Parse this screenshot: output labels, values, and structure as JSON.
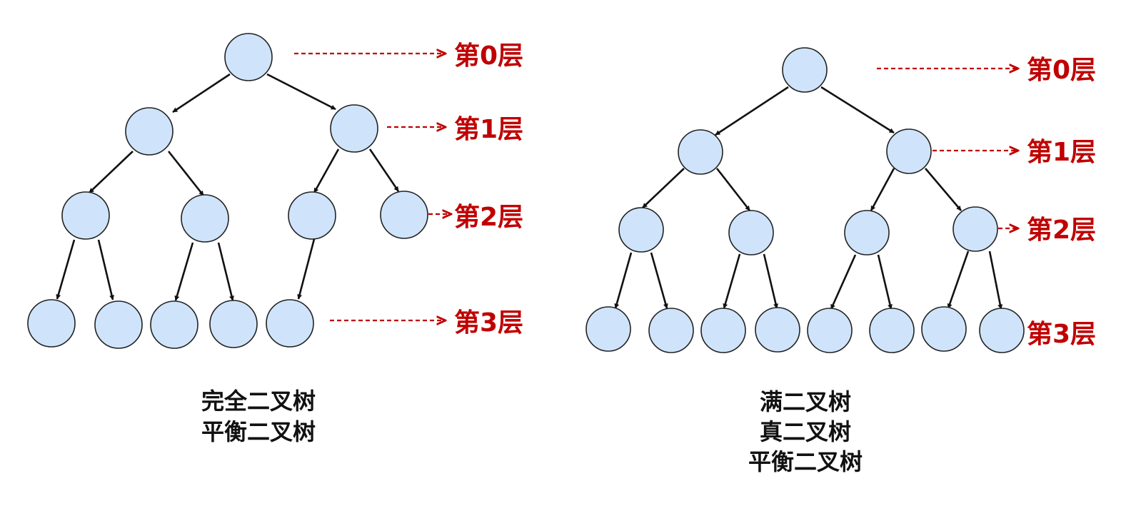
{
  "colors": {
    "node_fill": "#cfe4fb",
    "node_stroke": "#222222",
    "edge": "#111111",
    "level": "#c00000"
  },
  "left_tree": {
    "levels": [
      "第0层",
      "第1层",
      "第2层",
      "第3层"
    ],
    "captions": [
      "完全二叉树",
      "平衡二叉树"
    ]
  },
  "right_tree": {
    "levels": [
      "第0层",
      "第1层",
      "第2层",
      "第3层"
    ],
    "captions": [
      "满二叉树",
      "真二叉树",
      "平衡二叉树"
    ]
  }
}
